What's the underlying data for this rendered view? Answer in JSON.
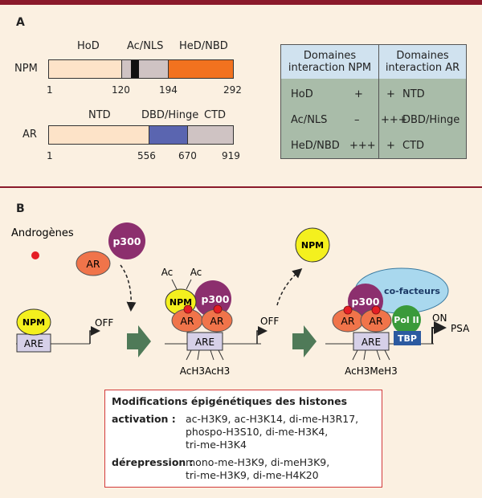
{
  "panel_a": {
    "letter": "A",
    "npm": {
      "name": "NPM",
      "domains": {
        "hod": "HoD",
        "ac_nls": "Ac/NLS",
        "hed_nbd": "HeD/NBD"
      },
      "positions": [
        "1",
        "120",
        "194",
        "292"
      ],
      "colors": {
        "hod": "#fde3c8",
        "ac": "#cfc3c3",
        "black": "#111111",
        "nls": "#cfc3c3",
        "hed": "#f2721f"
      }
    },
    "ar": {
      "name": "AR",
      "domains": {
        "ntd": "NTD",
        "dbd_hinge": "DBD/Hinge",
        "ctd": "CTD"
      },
      "positions": [
        "1",
        "556",
        "670",
        "919"
      ],
      "colors": {
        "ntd": "#fde3c8",
        "dbd": "#5a65b0",
        "ctd": "#cfc3c3"
      }
    },
    "table": {
      "header": [
        "Domaines interaction NPM",
        "Domaines interaction AR"
      ],
      "header_lines": [
        [
          "Domaines",
          "interaction NPM"
        ],
        [
          "Domaines",
          "interaction AR"
        ]
      ],
      "rows": [
        {
          "npm": "HoD",
          "npm_level": "+",
          "ar_level": "+",
          "ar": "NTD"
        },
        {
          "npm": "Ac/NLS",
          "npm_level": "–",
          "ar_level": "+++",
          "ar": "DBD/Hinge"
        },
        {
          "npm": "HeD/NBD",
          "npm_level": "+++",
          "ar_level": "+",
          "ar": "CTD"
        }
      ]
    }
  },
  "panel_b": {
    "letter": "B",
    "androgenes": "Androgènes",
    "labels": {
      "npm": "NPM",
      "p300": "p300",
      "ar": "AR",
      "are": "ARE",
      "off": "OFF",
      "on": "ON",
      "ac": "Ac",
      "cofacteurs": "co-facteurs",
      "pol2": "Pol II",
      "tbp": "TBP",
      "psa": "PSA",
      "state2_marks": "AcH3AcH3",
      "state3_marks": "AcH3MeH3"
    },
    "colors": {
      "npm": "#f4f01e",
      "p300": "#8c2f6e",
      "ar": "#f0744a",
      "are": "#d6d0e8",
      "cofacteurs": "#a9d8ee",
      "pol2": "#3a9a3a",
      "tbp": "#2c5aa0",
      "red_dot": "#e51e25",
      "arrow_green": "#4f7a58"
    },
    "epigenetic": {
      "title": "Modifications épigénétiques des histones",
      "activation_label": "activation :",
      "activation_lines": [
        "ac-H3K9, ac-H3K14, di-me-H3R17,",
        "phospo-H3S10, di-me-H3K4,",
        "tri-me-H3K4"
      ],
      "derepression_label": "dérepression :",
      "derepression_lines": [
        "mono-me-H3K9, di-meH3K9,",
        "tri-me-H3K9, di-me-H4K20"
      ]
    }
  }
}
